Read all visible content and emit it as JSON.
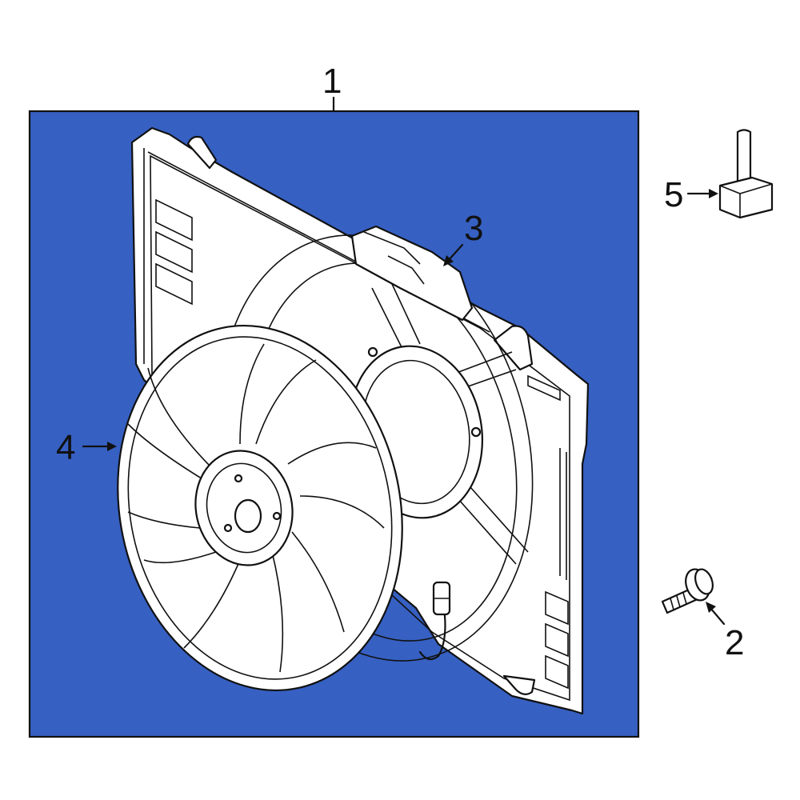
{
  "colors": {
    "panel_fill": "#3660c2",
    "line": "#111111",
    "part_fill": "#ffffff",
    "background": "#ffffff"
  },
  "callouts": [
    {
      "id": "1",
      "label": "1",
      "part": "fan-assembly"
    },
    {
      "id": "2",
      "label": "2",
      "part": "bolt"
    },
    {
      "id": "3",
      "label": "3",
      "part": "fan-motor"
    },
    {
      "id": "4",
      "label": "4",
      "part": "fan-blade"
    },
    {
      "id": "5",
      "label": "5",
      "part": "mount-insulator"
    }
  ]
}
